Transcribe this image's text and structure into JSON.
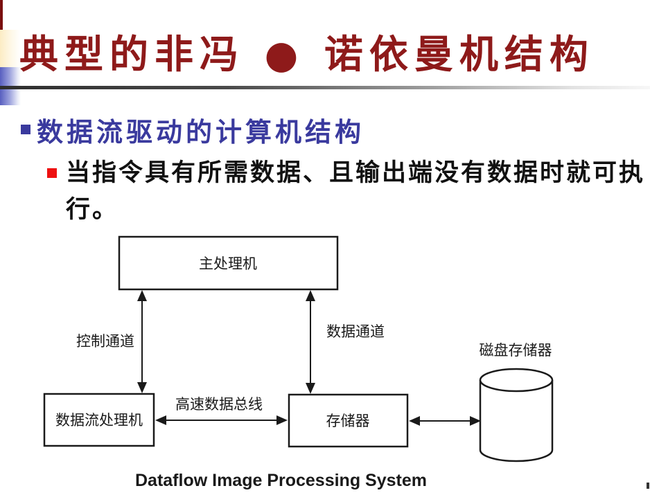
{
  "slide": {
    "title": "典型的非冯 ● 诺依曼机结构",
    "heading": "数据流驱动的计算机结构",
    "bullet": {
      "lines": [
        "当指令具有所需数据、且输出端没有数据时就可执",
        "行。"
      ]
    },
    "caption": "Dataflow Image Processing System"
  },
  "diagram": {
    "boxes": {
      "main_processor": "主处理机",
      "dataflow_processor": "数据流处理机",
      "memory": "存储器"
    },
    "labels": {
      "control_channel": "控制通道",
      "data_channel": "数据通道",
      "bus": "高速数据总线",
      "disk": "磁盘存储器"
    }
  },
  "colors": {
    "title_red": "#8e1a1a",
    "heading_blue": "#3a3a9e",
    "bullet_red": "#ee1111",
    "accent_blue": "#585fc0",
    "cream": "#fcecc4",
    "diagram_stroke": "#1a1a1a"
  }
}
